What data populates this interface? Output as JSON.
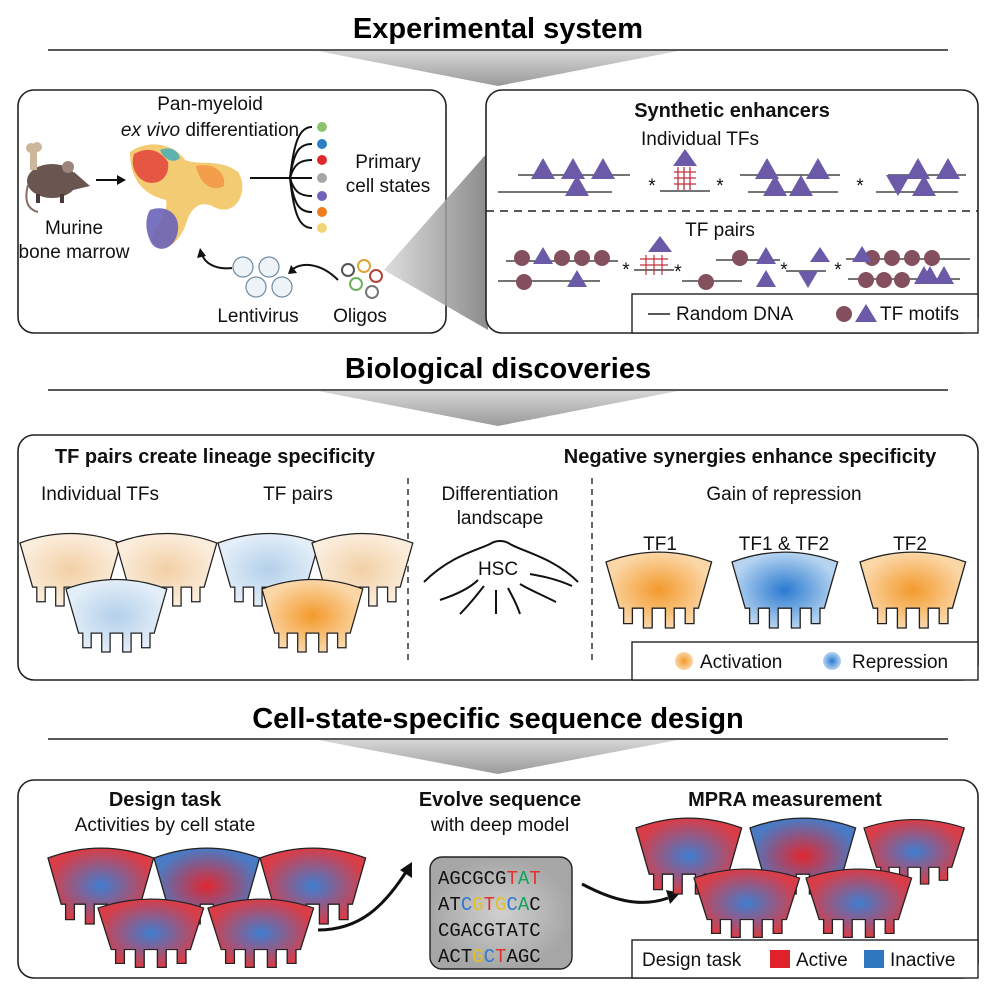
{
  "section1": {
    "title": "Experimental system",
    "left_panel": {
      "line1": "Pan-myeloid",
      "line2_italic": "ex vivo",
      "line2_rest": " differentiation",
      "source_line1": "Murine",
      "source_line2": "bone marrow",
      "primary_line1": "Primary",
      "primary_line2": "cell states",
      "lentivirus": "Lentivirus",
      "oligos": "Oligos"
    },
    "right_panel": {
      "title": "Synthetic enhancers",
      "individual": "Individual TFs",
      "pairs": "TF pairs",
      "star": "*",
      "legend_dna": "Random DNA",
      "legend_motifs": "TF motifs"
    }
  },
  "section2": {
    "title": "Biological discoveries",
    "left_title": "TF pairs create lineage specificity",
    "right_title": "Negative synergies enhance specificity",
    "individual": "Individual TFs",
    "pairs": "TF pairs",
    "landscape_line1": "Differentiation",
    "landscape_line2": "landscape",
    "hsc": "HSC",
    "gain": "Gain of repression",
    "tf1": "TF1",
    "tf12": "TF1 & TF2",
    "tf2": "TF2",
    "legend_activation": "Activation",
    "legend_repression": "Repression"
  },
  "section3": {
    "title": "Cell-state-specific sequence design",
    "task_title": "Design task",
    "task_sub": "Activities by cell state",
    "evolve_title": "Evolve sequence",
    "evolve_sub": "with deep model",
    "mpra_title": "MPRA measurement",
    "sequences": [
      "AGCGCGTAT",
      "ATCGTGCAC",
      "CGACGTATC",
      "ACTGCTAGC"
    ],
    "legend_task": "Design task",
    "legend_active": "Active",
    "legend_inactive": "Inactive"
  },
  "colors": {
    "tf_motif_triangle": "#6a5aa8",
    "tf_motif_circle": "#85505e",
    "activation": "#f29b30",
    "repression": "#2a78c8",
    "active": "#e0222c",
    "inactive": "#2f78bf",
    "base_A": "#16a05a",
    "base_C": "#2f78d0",
    "base_G": "#e3c21e",
    "base_T": "#e0322c"
  }
}
